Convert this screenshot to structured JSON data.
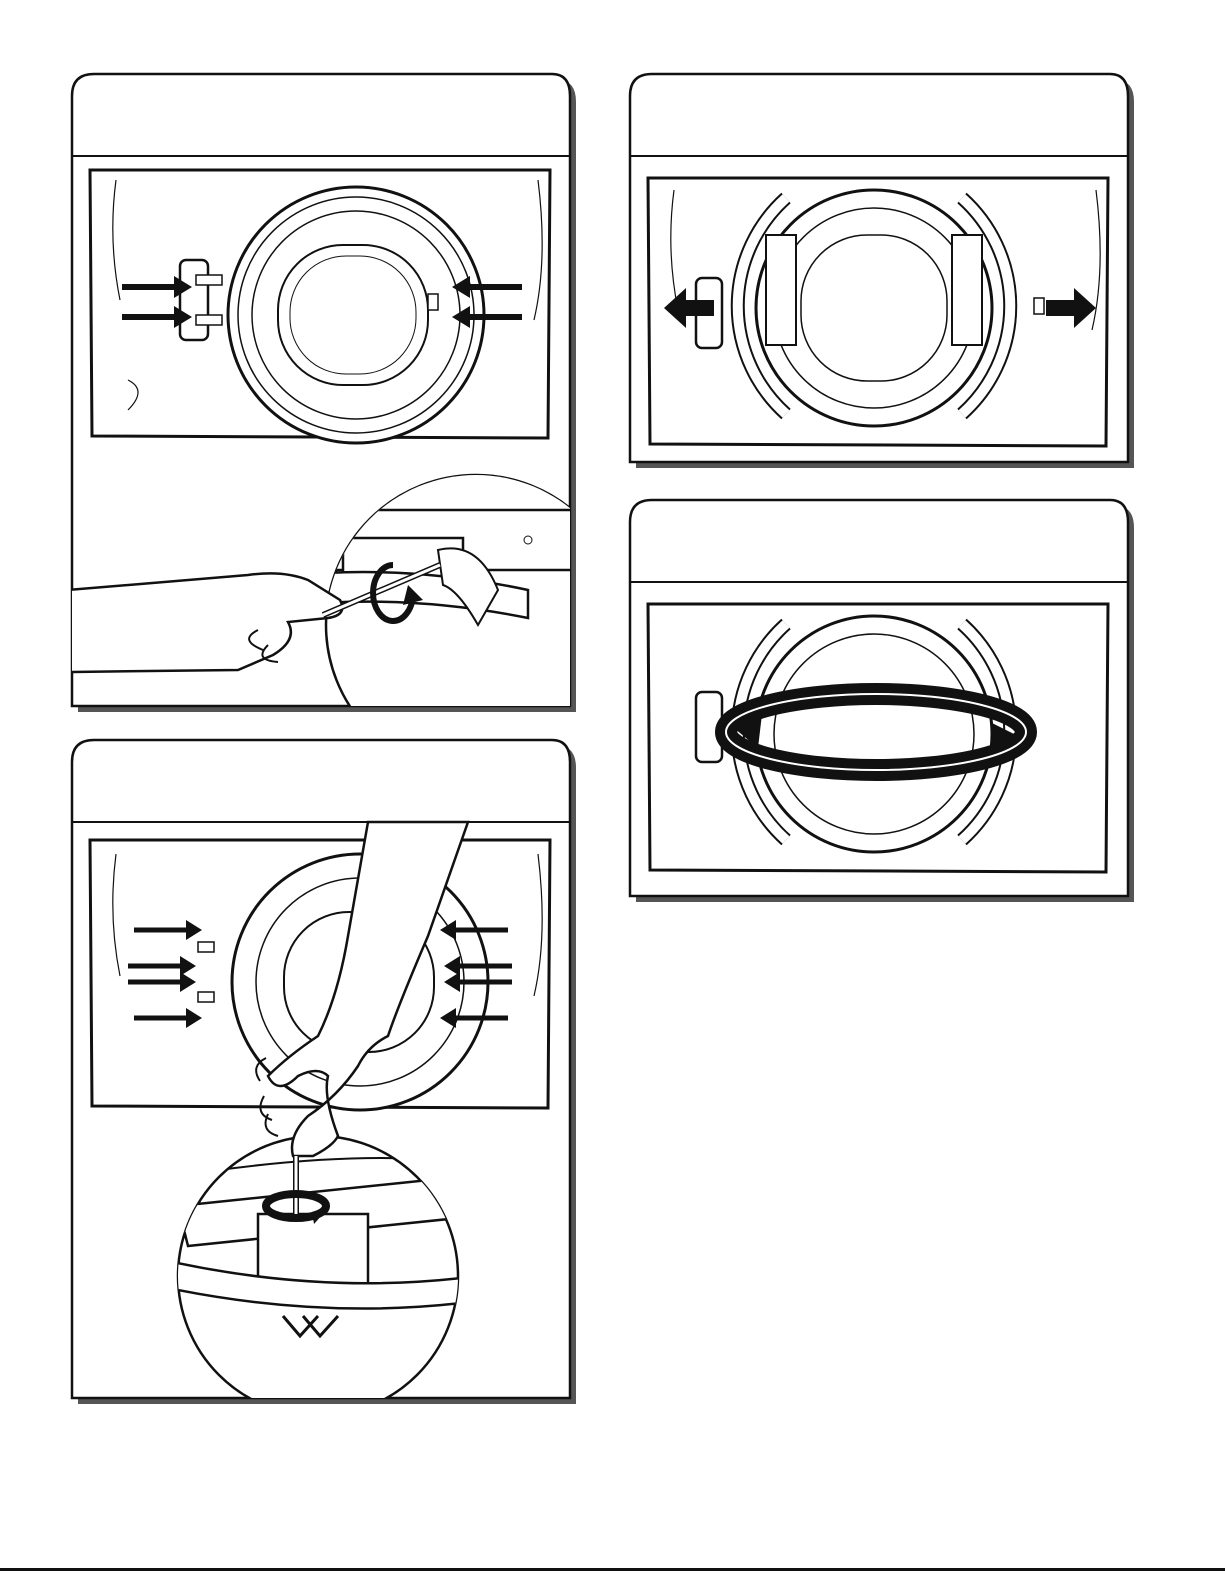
{
  "page": {
    "background": "#ffffff",
    "line_color": "#111111"
  },
  "panels": [
    {
      "id": "panel-1",
      "caption": "",
      "figure": "door-front-hinge-screws-closeup"
    },
    {
      "id": "panel-2",
      "caption": "",
      "figure": "door-separated-hinge-strike"
    },
    {
      "id": "panel-3",
      "caption": "",
      "figure": "door-rotated-180"
    },
    {
      "id": "panel-4",
      "caption": "",
      "figure": "door-reinstall-screws-closeup"
    }
  ],
  "icons": [
    "arrow-right-icon",
    "arrow-left-icon",
    "rotate-arrow-icon",
    "screwdriver-icon",
    "hand-icon"
  ]
}
